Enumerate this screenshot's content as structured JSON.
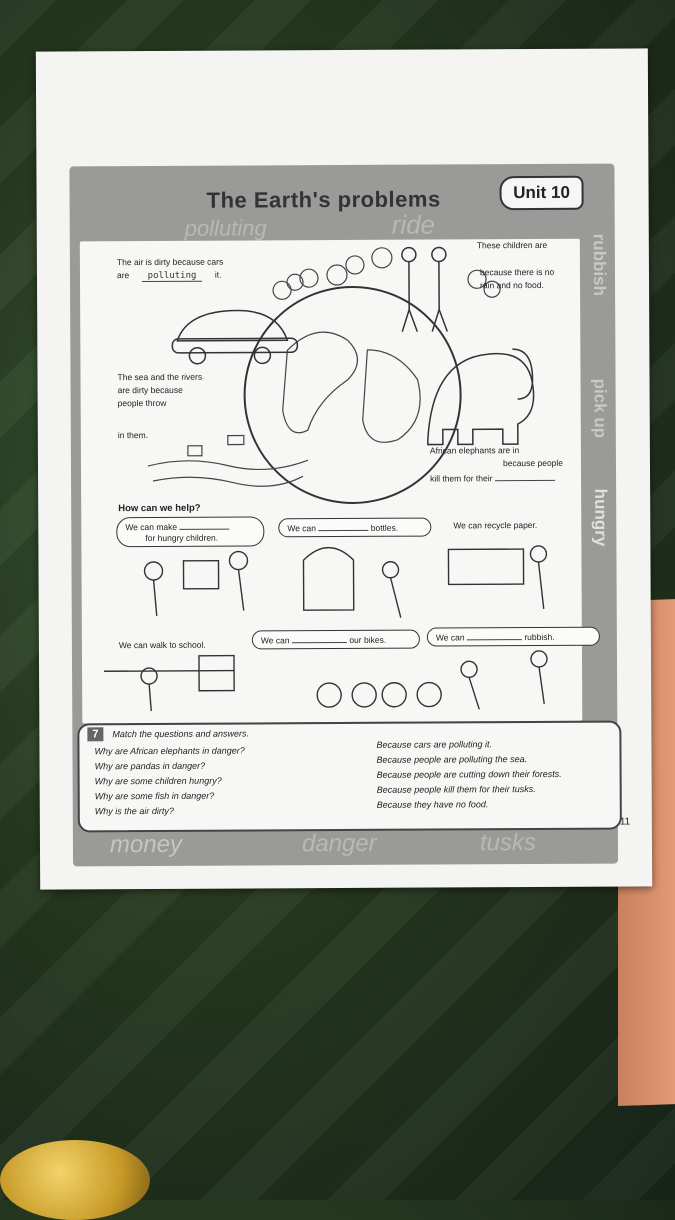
{
  "header": {
    "title": "The Earth's problems",
    "unit": "Unit 10"
  },
  "word_bank": {
    "top_left": "polluting",
    "top_mid": "ride",
    "right_1": "rubbish",
    "right_2": "pick up",
    "right_3": "hungry",
    "bottom_1": "money",
    "bottom_2": "danger",
    "bottom_3": "tusks"
  },
  "problems": {
    "air_line1": "The air is dirty because cars",
    "air_line2_pre": "are",
    "air_answer": "polluting",
    "air_line2_post": "it.",
    "children_line1": "These children are",
    "children_line2": "because there is no",
    "children_line3": "rain and no food.",
    "sea_line1": "The sea and the rivers",
    "sea_line2": "are dirty because",
    "sea_line3": "people throw",
    "sea_line4": "in them.",
    "elephants_line1": "African elephants are in",
    "elephants_line2": "because people",
    "elephants_line3": "kill them for their"
  },
  "help": {
    "heading": "How can we help?",
    "b1_line1": "We can make",
    "b1_line2": "for hungry children.",
    "b2_pre": "We can",
    "b2_post": "bottles.",
    "b3": "We can recycle paper.",
    "b4": "We can walk to school.",
    "b5_pre": "We can",
    "b5_post": "our bikes.",
    "b6_pre": "We can",
    "b6_post": "rubbish."
  },
  "match": {
    "number": "7",
    "instruction": "Match the questions and answers.",
    "questions": [
      "Why are African elephants in danger?",
      "Why are pandas in danger?",
      "Why are some children hungry?",
      "Why are some fish in danger?",
      "Why is the air dirty?"
    ],
    "answers": [
      "Because cars are polluting it.",
      "Because people are polluting the sea.",
      "Because people are cutting down their forests.",
      "Because people kill them for their tusks.",
      "Because they have no food."
    ]
  },
  "page_number": "11"
}
